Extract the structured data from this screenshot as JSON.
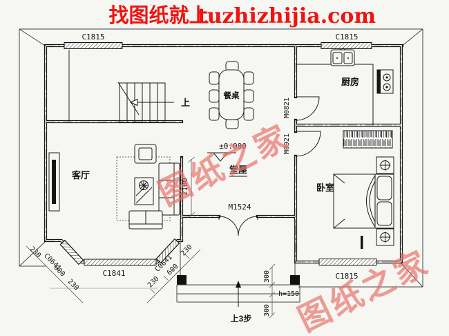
{
  "watermark": {
    "header_cn": "找图纸就上",
    "header_en": "tuzhizhijia.com",
    "stamp": "图纸之家",
    "red": "#ee1410",
    "stamp_red": "#e87067"
  },
  "rooms": {
    "living_room": "客厅",
    "hall": "堂屋",
    "kitchen": "厨房",
    "bedroom": "卧室",
    "dining_table": "餐桌"
  },
  "openings": {
    "window_c1815": "C1815",
    "window_c1841": "C1841",
    "window_c0641": "C0641",
    "door_kitchen": "M0821",
    "door_bedroom": "M0921",
    "door_entry": "M1524"
  },
  "annotations": {
    "elevation": "±0.000",
    "stair_up": "上",
    "entry_steps": "上3步",
    "dim_2100": "2100",
    "dim_230": "230",
    "dim_600": "600",
    "dim_300": "300",
    "step_height": "h=150"
  }
}
